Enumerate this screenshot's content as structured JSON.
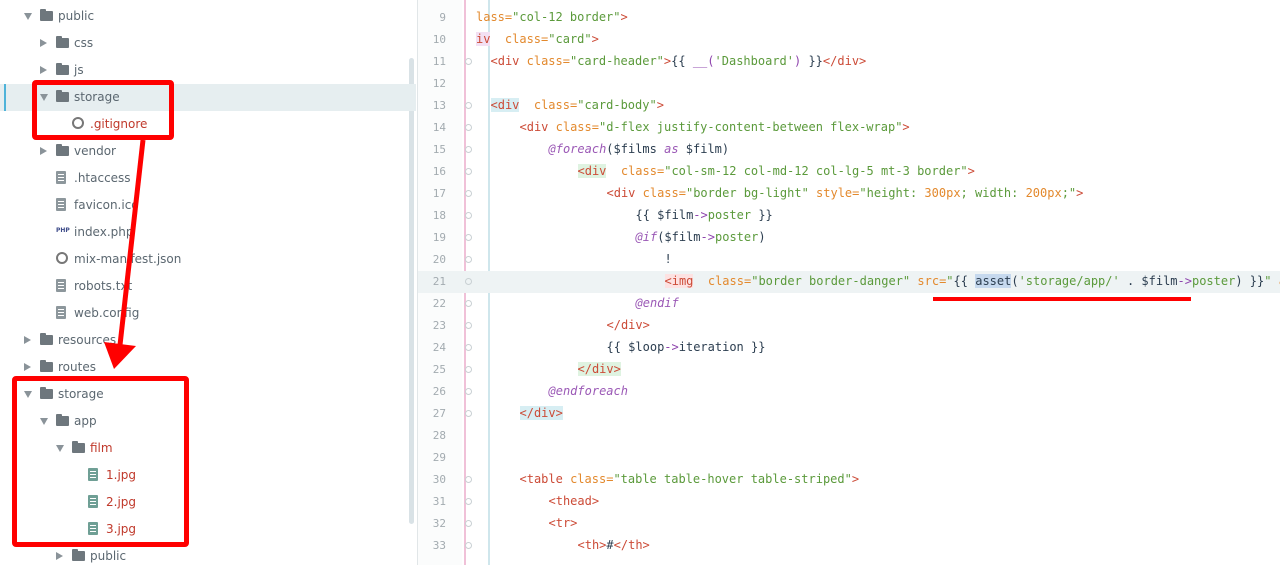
{
  "tree": [
    {
      "label": "public",
      "kind": "folder",
      "state": "open",
      "indent": 24
    },
    {
      "label": "css",
      "kind": "folder",
      "state": "closed",
      "indent": 40
    },
    {
      "label": "js",
      "kind": "folder",
      "state": "closed",
      "indent": 40
    },
    {
      "label": "storage",
      "kind": "folder-link",
      "state": "open",
      "indent": 40,
      "selected": true
    },
    {
      "label": ".gitignore",
      "kind": "gear",
      "indent": 72,
      "red": true
    },
    {
      "label": "vendor",
      "kind": "folder",
      "state": "closed",
      "indent": 40
    },
    {
      "label": ".htaccess",
      "kind": "file",
      "indent": 56
    },
    {
      "label": "favicon.ico",
      "kind": "file",
      "indent": 56
    },
    {
      "label": "index.php",
      "kind": "php",
      "indent": 56
    },
    {
      "label": "mix-manifest.json",
      "kind": "gear",
      "indent": 56
    },
    {
      "label": "robots.txt",
      "kind": "file",
      "indent": 56
    },
    {
      "label": "web.config",
      "kind": "file",
      "indent": 56
    },
    {
      "label": "resources",
      "kind": "folder",
      "state": "closed",
      "indent": 24
    },
    {
      "label": "routes",
      "kind": "folder",
      "state": "closed",
      "indent": 24
    },
    {
      "label": "storage",
      "kind": "folder",
      "state": "open",
      "indent": 24
    },
    {
      "label": "app",
      "kind": "folder",
      "state": "open",
      "indent": 40
    },
    {
      "label": "film",
      "kind": "folder",
      "state": "open",
      "indent": 56,
      "red": true
    },
    {
      "label": "1.jpg",
      "kind": "img",
      "indent": 88,
      "red": true
    },
    {
      "label": "2.jpg",
      "kind": "img",
      "indent": 88,
      "red": true
    },
    {
      "label": "3.jpg",
      "kind": "img",
      "indent": 88,
      "red": true
    },
    {
      "label": "public",
      "kind": "folder",
      "state": "closed",
      "indent": 56
    }
  ],
  "code": [
    {
      "ln": "9",
      "indent": 0,
      "parts": [
        [
          "a",
          "lass="
        ],
        [
          "s",
          "\"col-12 border\""
        ],
        [
          "t",
          ">"
        ]
      ]
    },
    {
      "ln": "10",
      "indent": 0,
      "parts": [
        [
          "t hl-pink",
          "iv"
        ],
        [
          "",
          "  "
        ],
        [
          "a",
          "class="
        ],
        [
          "s",
          "\"card\""
        ],
        [
          "t",
          ">"
        ]
      ]
    },
    {
      "ln": "11",
      "indent": 2,
      "parts": [
        [
          "t",
          "<div "
        ],
        [
          "a",
          "class="
        ],
        [
          "s",
          "\"card-header\""
        ],
        [
          "t",
          ">"
        ],
        [
          "v",
          "{{ "
        ],
        [
          "o",
          "__("
        ],
        [
          "s",
          "'Dashboard'"
        ],
        [
          "o",
          ")"
        ],
        [
          "v",
          " }}"
        ],
        [
          "t",
          "</div>"
        ]
      ]
    },
    {
      "ln": "12",
      "indent": 0,
      "parts": []
    },
    {
      "ln": "13",
      "indent": 2,
      "parts": [
        [
          "t hl-cyan",
          "<div"
        ],
        [
          "",
          "  "
        ],
        [
          "a",
          "class="
        ],
        [
          "s",
          "\"card-body\""
        ],
        [
          "t",
          ">"
        ]
      ]
    },
    {
      "ln": "14",
      "indent": 6,
      "parts": [
        [
          "t",
          "<div "
        ],
        [
          "a",
          "class="
        ],
        [
          "s",
          "\"d-flex justify-content-between flex-wrap\""
        ],
        [
          "t",
          ">"
        ]
      ]
    },
    {
      "ln": "15",
      "indent": 10,
      "parts": [
        [
          "d",
          "@foreach"
        ],
        [
          "v",
          "($films "
        ],
        [
          "d",
          "as"
        ],
        [
          "v",
          " $film)"
        ]
      ]
    },
    {
      "ln": "16",
      "indent": 14,
      "parts": [
        [
          "t hl-tag",
          "<div"
        ],
        [
          "",
          "  "
        ],
        [
          "a",
          "class="
        ],
        [
          "s",
          "\"col-sm-12 col-md-12 col-lg-5 mt-3 border\""
        ],
        [
          "t",
          ">"
        ]
      ]
    },
    {
      "ln": "17",
      "indent": 18,
      "parts": [
        [
          "t",
          "<div "
        ],
        [
          "a",
          "class="
        ],
        [
          "s",
          "\"border bg-light\""
        ],
        [
          "a",
          " style="
        ],
        [
          "s",
          "\"height: "
        ],
        [
          "a",
          "300px"
        ],
        [
          "s",
          "; width: "
        ],
        [
          "a",
          "200px"
        ],
        [
          "s",
          ";\""
        ],
        [
          "t",
          ">"
        ]
      ]
    },
    {
      "ln": "18",
      "indent": 22,
      "parts": [
        [
          "v",
          "{{ $film"
        ],
        [
          "o",
          "->"
        ],
        [
          "s",
          "poster"
        ],
        [
          "v",
          " }}"
        ]
      ]
    },
    {
      "ln": "19",
      "indent": 22,
      "parts": [
        [
          "d",
          "@if"
        ],
        [
          "v",
          "($film"
        ],
        [
          "o",
          "->"
        ],
        [
          "s",
          "poster"
        ],
        [
          "v",
          ")"
        ]
      ]
    },
    {
      "ln": "20",
      "indent": 26,
      "parts": [
        [
          "v",
          "!"
        ]
      ]
    },
    {
      "ln": "21",
      "indent": 26,
      "current": true,
      "parts": [
        [
          "t hl-red",
          "<img"
        ],
        [
          "",
          "  "
        ],
        [
          "a",
          "class="
        ],
        [
          "s",
          "\"border border-danger\""
        ],
        [
          "a",
          " src="
        ],
        [
          "s",
          "\""
        ],
        [
          "v",
          "{{ "
        ],
        [
          "sel v",
          "asset"
        ],
        [
          "v",
          "("
        ],
        [
          "s",
          "'storage/app/'"
        ],
        [
          "v",
          " . $film"
        ],
        [
          "o",
          "->"
        ],
        [
          "s",
          "poster"
        ],
        [
          "v",
          ") }}"
        ],
        [
          "s",
          "\""
        ],
        [
          "a",
          " alt="
        ],
        [
          "s",
          "\"\""
        ],
        [
          "t",
          ">"
        ]
      ]
    },
    {
      "ln": "22",
      "indent": 22,
      "parts": [
        [
          "d",
          "@endif"
        ]
      ]
    },
    {
      "ln": "23",
      "indent": 18,
      "parts": [
        [
          "t",
          "</div>"
        ]
      ]
    },
    {
      "ln": "24",
      "indent": 18,
      "parts": [
        [
          "v",
          "{{ $loop"
        ],
        [
          "o",
          "->"
        ],
        [
          "v",
          "iteration }}"
        ]
      ]
    },
    {
      "ln": "25",
      "indent": 14,
      "parts": [
        [
          "t hl-tag",
          "</div>"
        ]
      ]
    },
    {
      "ln": "26",
      "indent": 10,
      "parts": [
        [
          "d",
          "@endforeach"
        ]
      ]
    },
    {
      "ln": "27",
      "indent": 6,
      "parts": [
        [
          "t hl-cyan",
          "</div>"
        ]
      ]
    },
    {
      "ln": "28",
      "indent": 0,
      "parts": []
    },
    {
      "ln": "29",
      "indent": 0,
      "parts": []
    },
    {
      "ln": "30",
      "indent": 6,
      "parts": [
        [
          "t",
          "<table "
        ],
        [
          "a",
          "class="
        ],
        [
          "s",
          "\"table table-hover table-striped\""
        ],
        [
          "t",
          ">"
        ]
      ]
    },
    {
      "ln": "31",
      "indent": 10,
      "parts": [
        [
          "t",
          "<thead>"
        ]
      ]
    },
    {
      "ln": "32",
      "indent": 10,
      "parts": [
        [
          "t",
          "<tr>"
        ]
      ]
    },
    {
      "ln": "33",
      "indent": 14,
      "parts": [
        [
          "t",
          "<th>"
        ],
        [
          "v",
          "#"
        ],
        [
          "t",
          "</th>"
        ]
      ]
    }
  ],
  "colors": {
    "annotation": "#ff0000",
    "selection": "#e6eef0"
  }
}
